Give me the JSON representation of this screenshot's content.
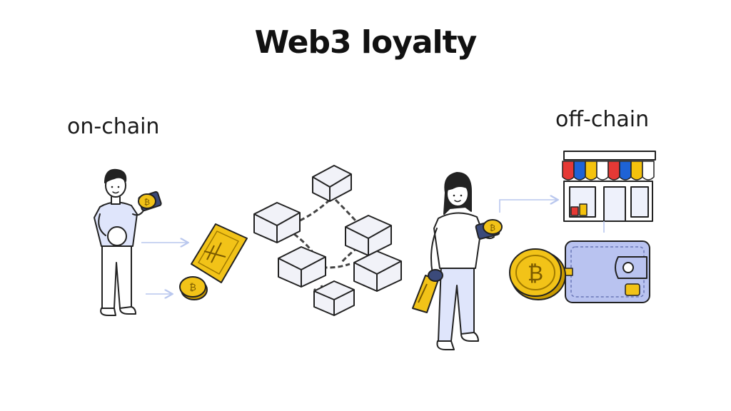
{
  "diagram": {
    "title": "Web3 loyalty",
    "left_label": "on-chain",
    "right_label": "off-chain"
  },
  "colors": {
    "gold": "#f2c318",
    "gold_dark": "#c99a00",
    "wallet": "#b9c3f0",
    "shirt": "#dfe5fb",
    "block": "#f1f2f8",
    "arrow": "#b9c7ee",
    "awning": [
      "#e53935",
      "#1e63d6",
      "#f4c20d",
      "#ffffff",
      "#e53935",
      "#1e63d6",
      "#f4c20d",
      "#ffffff"
    ]
  },
  "icons": [
    "person-icon",
    "coin-icon",
    "token-card-icon",
    "blockchain-icon",
    "store-icon",
    "wallet-icon",
    "phone-icon"
  ]
}
